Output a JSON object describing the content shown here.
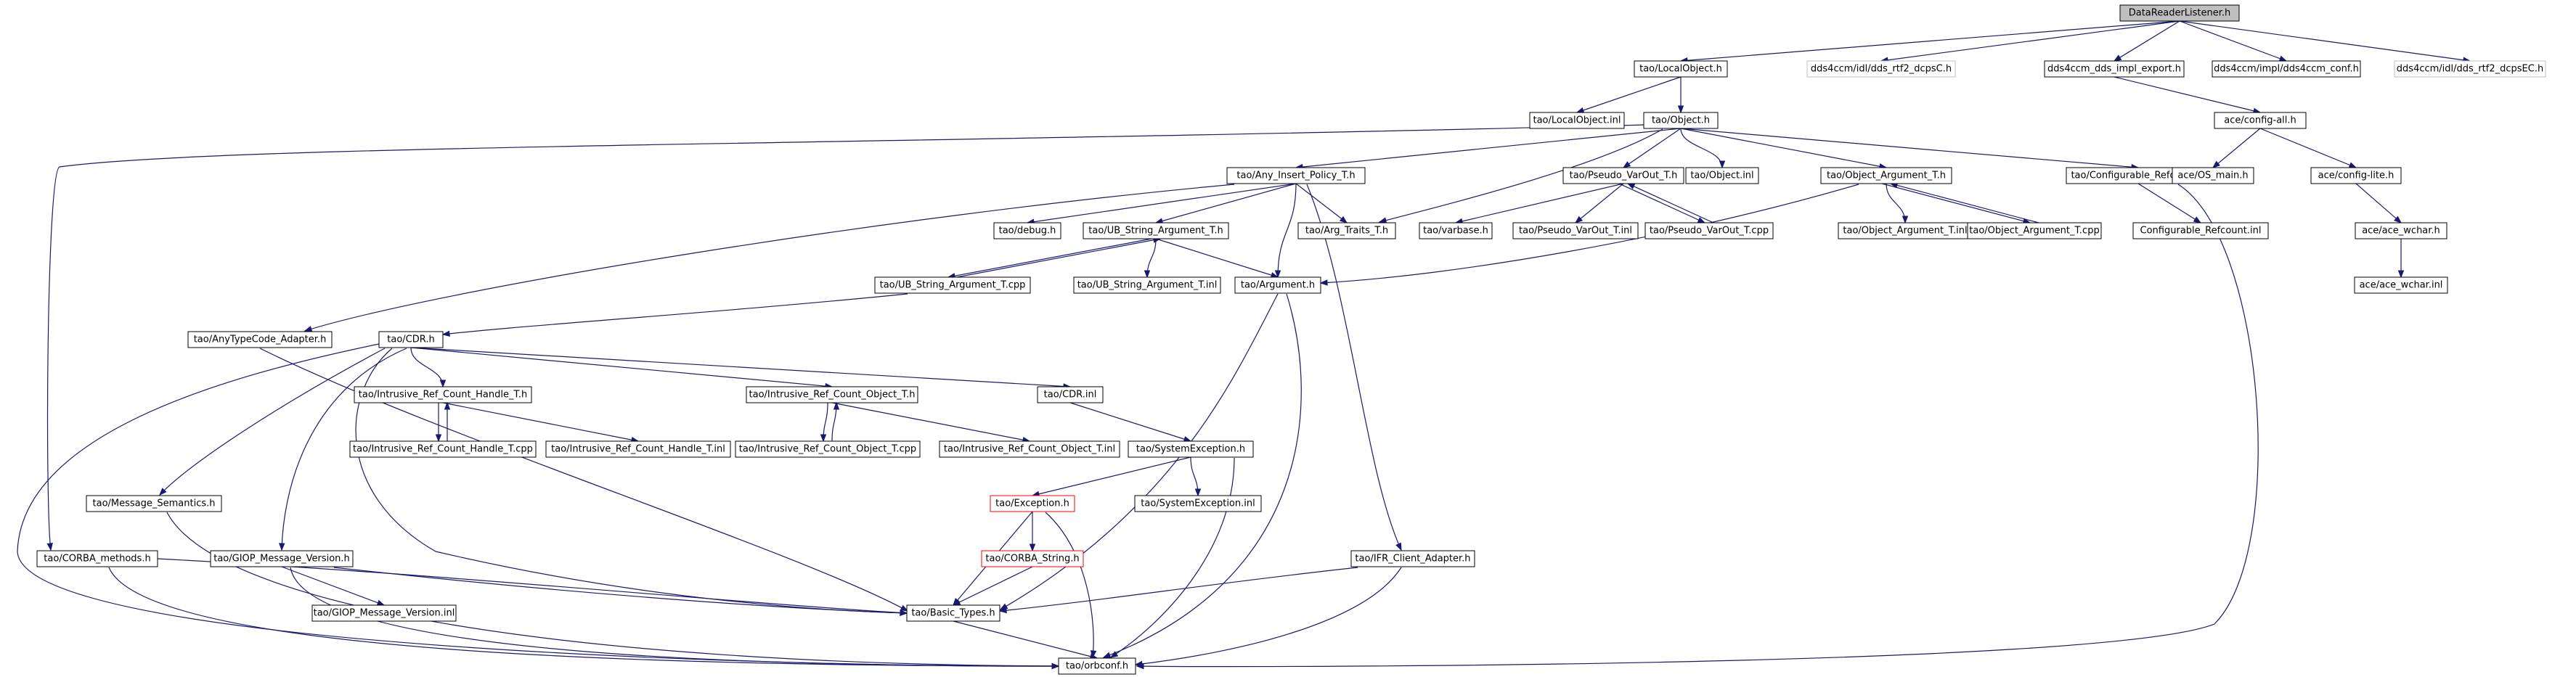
{
  "diagram": {
    "nodes": [
      {
        "id": "DataReaderListener_h",
        "label": "DataReaderListener.h",
        "kind": "root"
      },
      {
        "id": "LocalObject_h",
        "label": "tao/LocalObject.h",
        "kind": "normal"
      },
      {
        "id": "dcpsC_h",
        "label": "dds4ccm/idl/dds_rtf2_dcpsC.h",
        "kind": "missing"
      },
      {
        "id": "impl_export_h",
        "label": "dds4ccm_dds_impl_export.h",
        "kind": "normal"
      },
      {
        "id": "ccm_conf_h",
        "label": "dds4ccm/impl/dds4ccm_conf.h",
        "kind": "normal"
      },
      {
        "id": "dcpsEC_h",
        "label": "dds4ccm/idl/dds_rtf2_dcpsEC.h",
        "kind": "missing"
      },
      {
        "id": "LocalObject_inl",
        "label": "tao/LocalObject.inl",
        "kind": "normal"
      },
      {
        "id": "Object_h",
        "label": "tao/Object.h",
        "kind": "normal"
      },
      {
        "id": "config_all_h",
        "label": "ace/config-all.h",
        "kind": "normal"
      },
      {
        "id": "Any_Insert_Policy_T_h",
        "label": "tao/Any_Insert_Policy_T.h",
        "kind": "normal"
      },
      {
        "id": "Pseudo_VarOut_T_h",
        "label": "tao/Pseudo_VarOut_T.h",
        "kind": "normal"
      },
      {
        "id": "Object_inl",
        "label": "tao/Object.inl",
        "kind": "normal"
      },
      {
        "id": "Object_Argument_T_h",
        "label": "tao/Object_Argument_T.h",
        "kind": "normal"
      },
      {
        "id": "Configurable_Refcount_h",
        "label": "tao/Configurable_Refcount.h",
        "kind": "normal"
      },
      {
        "id": "OS_main_h",
        "label": "ace/OS_main.h",
        "kind": "normal"
      },
      {
        "id": "config_lite_h",
        "label": "ace/config-lite.h",
        "kind": "normal"
      },
      {
        "id": "debug_h",
        "label": "tao/debug.h",
        "kind": "normal"
      },
      {
        "id": "UB_String_Argument_T_h",
        "label": "tao/UB_String_Argument_T.h",
        "kind": "normal"
      },
      {
        "id": "Arg_Traits_T_h",
        "label": "tao/Arg_Traits_T.h",
        "kind": "normal"
      },
      {
        "id": "varbase_h",
        "label": "tao/varbase.h",
        "kind": "normal"
      },
      {
        "id": "Pseudo_VarOut_T_inl",
        "label": "tao/Pseudo_VarOut_T.inl",
        "kind": "normal"
      },
      {
        "id": "Pseudo_VarOut_T_cpp",
        "label": "tao/Pseudo_VarOut_T.cpp",
        "kind": "normal"
      },
      {
        "id": "Object_Argument_T_inl",
        "label": "tao/Object_Argument_T.inl",
        "kind": "normal"
      },
      {
        "id": "Object_Argument_T_cpp",
        "label": "tao/Object_Argument_T.cpp",
        "kind": "normal"
      },
      {
        "id": "Configurable_Refcount_inl",
        "label": "Configurable_Refcount.inl",
        "kind": "normal"
      },
      {
        "id": "ace_wchar_h",
        "label": "ace/ace_wchar.h",
        "kind": "normal"
      },
      {
        "id": "UB_String_Argument_T_cpp",
        "label": "tao/UB_String_Argument_T.cpp",
        "kind": "normal"
      },
      {
        "id": "UB_String_Argument_T_inl",
        "label": "tao/UB_String_Argument_T.inl",
        "kind": "normal"
      },
      {
        "id": "Argument_h",
        "label": "tao/Argument.h",
        "kind": "normal"
      },
      {
        "id": "ace_wchar_inl",
        "label": "ace/ace_wchar.inl",
        "kind": "normal"
      },
      {
        "id": "AnyTypeCode_Adapter_h",
        "label": "tao/AnyTypeCode_Adapter.h",
        "kind": "normal"
      },
      {
        "id": "CDR_h",
        "label": "tao/CDR.h",
        "kind": "normal"
      },
      {
        "id": "Intrusive_Ref_Count_Handle_T_h",
        "label": "tao/Intrusive_Ref_Count_Handle_T.h",
        "kind": "normal"
      },
      {
        "id": "Intrusive_Ref_Count_Object_T_h",
        "label": "tao/Intrusive_Ref_Count_Object_T.h",
        "kind": "normal"
      },
      {
        "id": "CDR_inl",
        "label": "tao/CDR.inl",
        "kind": "normal"
      },
      {
        "id": "Intrusive_Ref_Count_Handle_T_cpp",
        "label": "tao/Intrusive_Ref_Count_Handle_T.cpp",
        "kind": "normal"
      },
      {
        "id": "Intrusive_Ref_Count_Handle_T_inl",
        "label": "tao/Intrusive_Ref_Count_Handle_T.inl",
        "kind": "normal"
      },
      {
        "id": "Intrusive_Ref_Count_Object_T_cpp",
        "label": "tao/Intrusive_Ref_Count_Object_T.cpp",
        "kind": "normal"
      },
      {
        "id": "Intrusive_Ref_Count_Object_T_inl",
        "label": "tao/Intrusive_Ref_Count_Object_T.inl",
        "kind": "normal"
      },
      {
        "id": "SystemException_h",
        "label": "tao/SystemException.h",
        "kind": "normal"
      },
      {
        "id": "Message_Semantics_h",
        "label": "tao/Message_Semantics.h",
        "kind": "normal"
      },
      {
        "id": "Exception_h",
        "label": "tao/Exception.h",
        "kind": "warn"
      },
      {
        "id": "SystemException_inl",
        "label": "tao/SystemException.inl",
        "kind": "normal"
      },
      {
        "id": "CORBA_methods_h",
        "label": "tao/CORBA_methods.h",
        "kind": "normal"
      },
      {
        "id": "GIOP_Message_Version_h",
        "label": "tao/GIOP_Message_Version.h",
        "kind": "normal"
      },
      {
        "id": "CORBA_String_h",
        "label": "tao/CORBA_String.h",
        "kind": "warn"
      },
      {
        "id": "IFR_Client_Adapter_h",
        "label": "tao/IFR_Client_Adapter.h",
        "kind": "normal"
      },
      {
        "id": "GIOP_Message_Version_inl",
        "label": "tao/GIOP_Message_Version.inl",
        "kind": "normal"
      },
      {
        "id": "Basic_Types_h",
        "label": "tao/Basic_Types.h",
        "kind": "normal"
      },
      {
        "id": "orbconf_h",
        "label": "tao/orbconf.h",
        "kind": "normal"
      }
    ],
    "edges": [
      [
        "DataReaderListener_h",
        "LocalObject_h"
      ],
      [
        "DataReaderListener_h",
        "dcpsC_h"
      ],
      [
        "DataReaderListener_h",
        "impl_export_h"
      ],
      [
        "DataReaderListener_h",
        "ccm_conf_h"
      ],
      [
        "DataReaderListener_h",
        "dcpsEC_h"
      ],
      [
        "LocalObject_h",
        "LocalObject_inl"
      ],
      [
        "LocalObject_h",
        "Object_h"
      ],
      [
        "impl_export_h",
        "config_all_h"
      ],
      [
        "config_all_h",
        "OS_main_h"
      ],
      [
        "config_all_h",
        "config_lite_h"
      ],
      [
        "config_lite_h",
        "ace_wchar_h"
      ],
      [
        "ace_wchar_h",
        "ace_wchar_inl"
      ],
      [
        "Object_h",
        "Any_Insert_Policy_T_h"
      ],
      [
        "Object_h",
        "Pseudo_VarOut_T_h"
      ],
      [
        "Object_h",
        "Object_inl"
      ],
      [
        "Object_h",
        "Object_Argument_T_h"
      ],
      [
        "Object_h",
        "Configurable_Refcount_h"
      ],
      [
        "Object_h",
        "Arg_Traits_T_h"
      ],
      [
        "Object_h",
        "CORBA_methods_h"
      ],
      [
        "Any_Insert_Policy_T_h",
        "debug_h"
      ],
      [
        "Any_Insert_Policy_T_h",
        "UB_String_Argument_T_h"
      ],
      [
        "Any_Insert_Policy_T_h",
        "Arg_Traits_T_h"
      ],
      [
        "Any_Insert_Policy_T_h",
        "Argument_h"
      ],
      [
        "Any_Insert_Policy_T_h",
        "AnyTypeCode_Adapter_h"
      ],
      [
        "Any_Insert_Policy_T_h",
        "IFR_Client_Adapter_h"
      ],
      [
        "Pseudo_VarOut_T_h",
        "varbase_h"
      ],
      [
        "Pseudo_VarOut_T_h",
        "Pseudo_VarOut_T_inl"
      ],
      [
        "Pseudo_VarOut_T_h",
        "Pseudo_VarOut_T_cpp"
      ],
      [
        "Pseudo_VarOut_T_cpp",
        "Pseudo_VarOut_T_h"
      ],
      [
        "Object_Argument_T_h",
        "Object_Argument_T_inl"
      ],
      [
        "Object_Argument_T_h",
        "Object_Argument_T_cpp"
      ],
      [
        "Object_Argument_T_cpp",
        "Object_Argument_T_h"
      ],
      [
        "Object_Argument_T_h",
        "Argument_h"
      ],
      [
        "Configurable_Refcount_h",
        "Configurable_Refcount_inl"
      ],
      [
        "Configurable_Refcount_h",
        "orbconf_h"
      ],
      [
        "UB_String_Argument_T_h",
        "UB_String_Argument_T_cpp"
      ],
      [
        "UB_String_Argument_T_cpp",
        "UB_String_Argument_T_h"
      ],
      [
        "UB_String_Argument_T_h",
        "UB_String_Argument_T_inl"
      ],
      [
        "UB_String_Argument_T_h",
        "Argument_h"
      ],
      [
        "UB_String_Argument_T_cpp",
        "CDR_h"
      ],
      [
        "Argument_h",
        "Basic_Types_h"
      ],
      [
        "Argument_h",
        "orbconf_h"
      ],
      [
        "AnyTypeCode_Adapter_h",
        "Basic_Types_h"
      ],
      [
        "CDR_h",
        "Intrusive_Ref_Count_Handle_T_h"
      ],
      [
        "CDR_h",
        "Intrusive_Ref_Count_Object_T_h"
      ],
      [
        "CDR_h",
        "CDR_inl"
      ],
      [
        "CDR_h",
        "Message_Semantics_h"
      ],
      [
        "CDR_h",
        "GIOP_Message_Version_h"
      ],
      [
        "CDR_h",
        "Basic_Types_h"
      ],
      [
        "CDR_h",
        "orbconf_h"
      ],
      [
        "Intrusive_Ref_Count_Handle_T_h",
        "Intrusive_Ref_Count_Handle_T_cpp"
      ],
      [
        "Intrusive_Ref_Count_Handle_T_cpp",
        "Intrusive_Ref_Count_Handle_T_h"
      ],
      [
        "Intrusive_Ref_Count_Handle_T_h",
        "Intrusive_Ref_Count_Handle_T_inl"
      ],
      [
        "Intrusive_Ref_Count_Object_T_h",
        "Intrusive_Ref_Count_Object_T_cpp"
      ],
      [
        "Intrusive_Ref_Count_Object_T_cpp",
        "Intrusive_Ref_Count_Object_T_h"
      ],
      [
        "Intrusive_Ref_Count_Object_T_h",
        "Intrusive_Ref_Count_Object_T_inl"
      ],
      [
        "CDR_inl",
        "SystemException_h"
      ],
      [
        "SystemException_h",
        "Exception_h"
      ],
      [
        "SystemException_h",
        "SystemException_inl"
      ],
      [
        "SystemException_h",
        "orbconf_h"
      ],
      [
        "Exception_h",
        "CORBA_String_h"
      ],
      [
        "Exception_h",
        "Basic_Types_h"
      ],
      [
        "Exception_h",
        "orbconf_h"
      ],
      [
        "CORBA_String_h",
        "Basic_Types_h"
      ],
      [
        "Message_Semantics_h",
        "orbconf_h"
      ],
      [
        "GIOP_Message_Version_h",
        "GIOP_Message_Version_inl"
      ],
      [
        "GIOP_Message_Version_h",
        "Basic_Types_h"
      ],
      [
        "GIOP_Message_Version_h",
        "orbconf_h"
      ],
      [
        "CORBA_methods_h",
        "Basic_Types_h"
      ],
      [
        "CORBA_methods_h",
        "orbconf_h"
      ],
      [
        "IFR_Client_Adapter_h",
        "Basic_Types_h"
      ],
      [
        "IFR_Client_Adapter_h",
        "orbconf_h"
      ],
      [
        "Basic_Types_h",
        "orbconf_h"
      ]
    ]
  }
}
